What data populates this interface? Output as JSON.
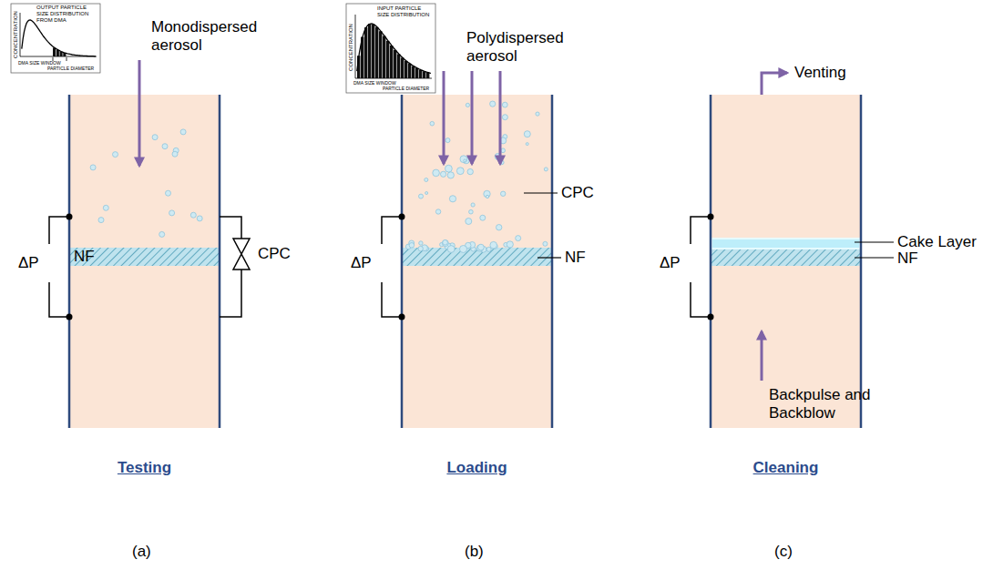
{
  "diagram": {
    "nodes": [
      {
        "text": [
          "Testing"
        ]
      },
      {
        "text": [
          "NF"
        ],
        "in": 0
      },
      {
        "text": [
          "Loading"
        ]
      },
      {
        "text": [
          "NF"
        ],
        "in": 2
      },
      {
        "text": [
          "Cleaning"
        ]
      },
      {
        "text": [
          "Cake Layer"
        ],
        "in": 4
      },
      {
        "text": [
          "NF"
        ],
        "in": 4
      }
    ],
    "labels": [
      "OUTPUT PARTICLE SIZE DISTRIBUTION FROM DMA",
      "CONCENTRATION",
      "DMA SIZE WINDOW",
      "PARTICLE DIAMETER",
      "Monodispersed aerosol",
      "ΔP",
      "CPC",
      "INPUT PARTICLE SIZE DISTRIBUTION",
      "CONCENTRATION",
      "DMA SIZE WINDOW",
      "PARTICLE DIAMETER",
      "Polydispersed aerosol",
      "ΔP",
      "CPC",
      "Venting",
      "ΔP",
      "Backpulse and Backblow",
      "(a)",
      "(b)",
      "(c)"
    ]
  }
}
